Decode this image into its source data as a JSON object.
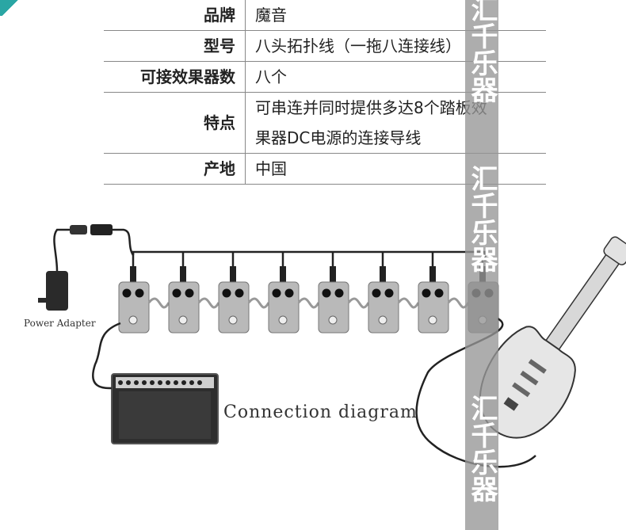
{
  "colors": {
    "corner_teal": "#2aa6a4",
    "watermark": "#969696"
  },
  "specs": {
    "brand_key": "品牌",
    "brand_val": "魔音",
    "model_key": "型号",
    "model_val": "八头拓扑线（一拖八连接线）",
    "count_key": "可接效果器数",
    "count_val": "八个",
    "feature_key": "特点",
    "feature_line1": "可串连并同时提供多达8个踏板效",
    "feature_line2": "果器DC电源的连接导线",
    "origin_key": "产地",
    "origin_val": "中国"
  },
  "diagram": {
    "adapter_label": "Power Adapter",
    "caption": "Connection diagram",
    "pedal_count": 8
  },
  "watermark": {
    "top": "汇千乐器",
    "middle": "汇千乐器",
    "bottom": "汇千乐器"
  }
}
